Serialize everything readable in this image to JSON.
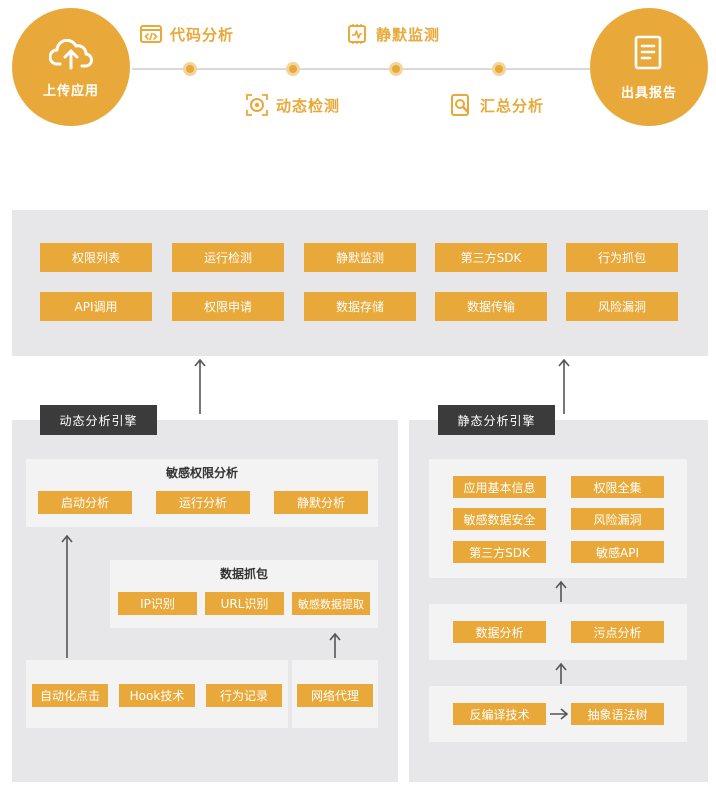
{
  "flow": {
    "start": "上传应用",
    "end": "出具报告",
    "steps_top": [
      "代码分析",
      "静默监测"
    ],
    "steps_bottom": [
      "动态检测",
      "汇总分析"
    ]
  },
  "results": {
    "row1": [
      "权限列表",
      "运行检测",
      "静默监测",
      "第三方SDK",
      "行为抓包"
    ],
    "row2": [
      "API调用",
      "权限申请",
      "数据存储",
      "数据传输",
      "风险漏洞"
    ]
  },
  "dynamic": {
    "title": "动态分析引擎",
    "sensitive": {
      "title": "敏感权限分析",
      "items": [
        "启动分析",
        "运行分析",
        "静默分析"
      ]
    },
    "capture": {
      "title": "数据抓包",
      "items": [
        "IP识别",
        "URL识别",
        "敏感数据提取"
      ]
    },
    "base": [
      "自动化点击",
      "Hook技术",
      "行为记录"
    ],
    "proxy": "网络代理"
  },
  "static": {
    "title": "静态分析引擎",
    "top": [
      "应用基本信息",
      "权限全集",
      "敏感数据安全",
      "风险漏洞",
      "第三方SDK",
      "敏感API"
    ],
    "middle": [
      "数据分析",
      "污点分析"
    ],
    "bottom": [
      "反编译技术",
      "抽象语法树"
    ]
  },
  "colors": {
    "accent": "#e8a93a",
    "panel": "#e7e7e9",
    "subpanel": "#f3f3f4",
    "tab": "#3b3b3b"
  }
}
